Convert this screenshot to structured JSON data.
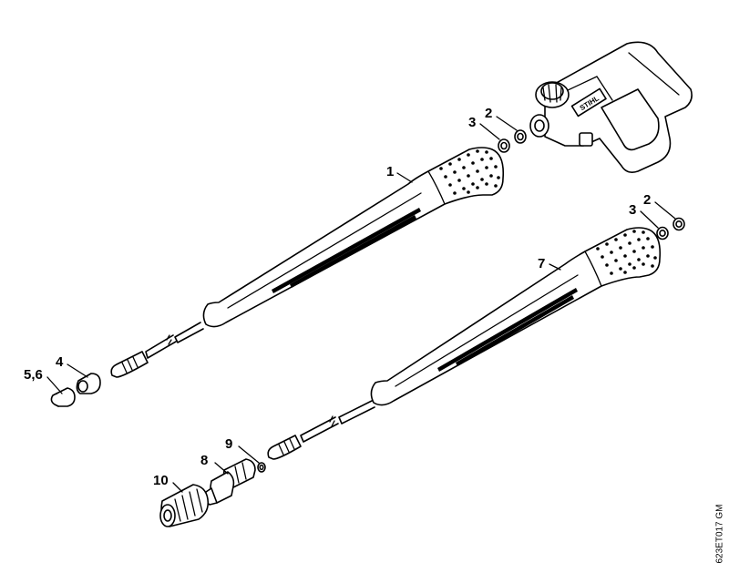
{
  "diagram": {
    "brand": "STIHL",
    "drawing_code": "623ET017 GM",
    "callouts": {
      "lance_top": "1",
      "oring_top": "2",
      "washer_top": "3",
      "nut": "4",
      "nozzle_fan": "5,6",
      "lance_bottom": "7",
      "adapter": "8",
      "oring_nozzle": "9",
      "rotary_nozzle": "10",
      "oring_right": "2",
      "washer_right": "3"
    }
  }
}
